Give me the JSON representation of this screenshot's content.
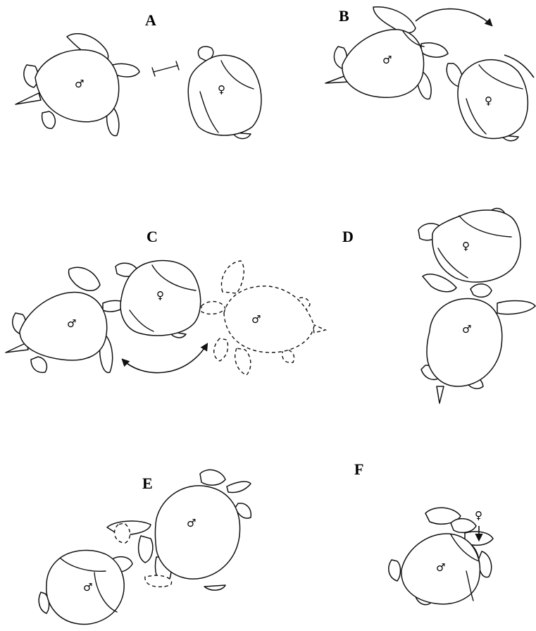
{
  "panels": [
    {
      "id": "A",
      "label": "A"
    },
    {
      "id": "B",
      "label": "B"
    },
    {
      "id": "C",
      "label": "C"
    },
    {
      "id": "D",
      "label": "D"
    },
    {
      "id": "E",
      "label": "E"
    },
    {
      "id": "F",
      "label": "F"
    }
  ],
  "symbols": {
    "male": "♂",
    "female": "♀"
  },
  "colors": {
    "ink": "#111111",
    "background": "#ffffff"
  }
}
